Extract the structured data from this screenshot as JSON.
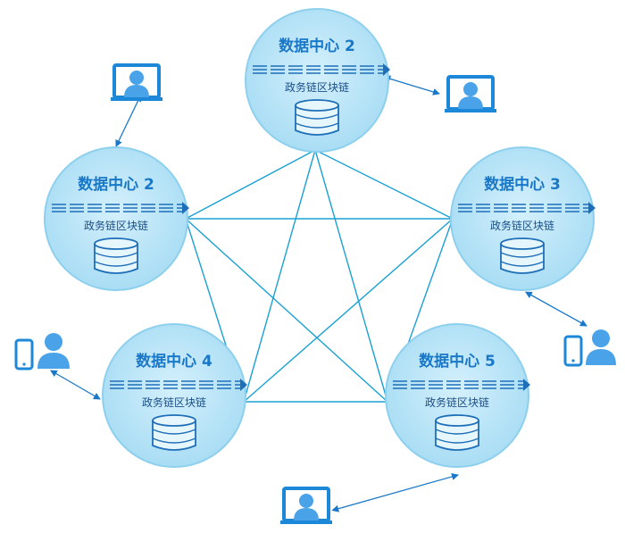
{
  "diagram": {
    "colors": {
      "node_fill": "#bfe7f8",
      "node_stroke": "#8dd0ee",
      "edge": "#1aa1d4",
      "icon": "#1e88d8",
      "title": "#1a78c8",
      "label": "#1a4e86"
    },
    "nodes": [
      {
        "id": "top",
        "title": "数据中心 2",
        "subtitle": "政务链区块链"
      },
      {
        "id": "left",
        "title": "数据中心 2",
        "subtitle": "政务链区块链"
      },
      {
        "id": "right",
        "title": "数据中心 3",
        "subtitle": "政务链区块链"
      },
      {
        "id": "bleft",
        "title": "数据中心 4",
        "subtitle": "政务链区块链"
      },
      {
        "id": "bright",
        "title": "数据中心 5",
        "subtitle": "政务链区块链"
      }
    ],
    "edges": [
      [
        "top",
        "left"
      ],
      [
        "top",
        "right"
      ],
      [
        "top",
        "bleft"
      ],
      [
        "top",
        "bright"
      ],
      [
        "left",
        "right"
      ],
      [
        "left",
        "bleft"
      ],
      [
        "left",
        "bright"
      ],
      [
        "right",
        "bleft"
      ],
      [
        "right",
        "bright"
      ],
      [
        "bleft",
        "bright"
      ]
    ],
    "clients": [
      {
        "id": "monitor-top-left",
        "icon": "computer-user-icon",
        "attached_to": "left"
      },
      {
        "id": "monitor-top-right",
        "icon": "computer-user-icon",
        "attached_to": "top"
      },
      {
        "id": "phone-user-right",
        "icon": "phone-user-icon",
        "attached_to": "right"
      },
      {
        "id": "phone-user-left",
        "icon": "phone-user-icon",
        "attached_to": "bleft"
      },
      {
        "id": "monitor-bottom",
        "icon": "computer-user-icon",
        "attached_to": "bright"
      }
    ]
  }
}
